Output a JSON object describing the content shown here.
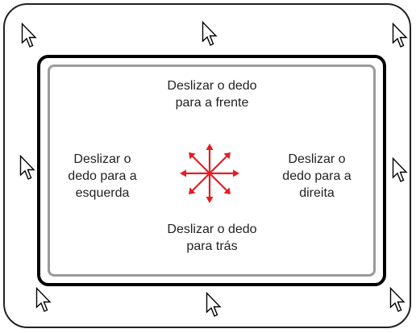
{
  "labels": {
    "up": "Deslizar o dedo\npara a frente",
    "left": "Deslizar o\ndedo para a\nesquerda",
    "right": "Deslizar o\ndedo para a\ndireita",
    "down": "Deslizar o dedo\npara trás"
  },
  "icons": {
    "cursor": "pointer-cursor-icon",
    "arrows": "eight-direction-arrows-icon"
  },
  "colors": {
    "arrow": "#e31e24",
    "frame": "#222222",
    "touchpad_border": "#000000",
    "touchpad_inner_border": "#9a9a9a",
    "text": "#231f20"
  }
}
